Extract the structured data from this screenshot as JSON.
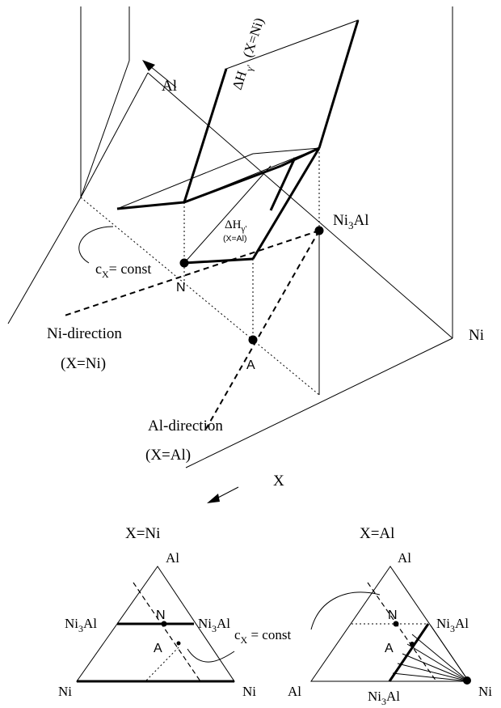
{
  "top": {
    "label_al": "Al",
    "label_dh_ni": "ΔH",
    "label_dh_ni_sub": "γ'",
    "label_dh_ni_paren": "(X=Ni)",
    "label_ni3al": "Ni",
    "label_ni3al_sub": "3",
    "label_ni3al_tail": "Al",
    "label_dh_al": "ΔH",
    "label_dh_al_sub": "γ'",
    "label_dh_al_paren": "(X=Al)",
    "label_cx_main": "c",
    "label_cx_sub": "X",
    "label_cx_tail": "= const",
    "label_N": "N",
    "label_A": "A",
    "label_ni_direction": "Ni-direction",
    "label_x_eq_ni": "(X=Ni)",
    "label_al_direction": "Al-direction",
    "label_x_eq_al": "(X=Al)",
    "label_ni_corner": "Ni",
    "label_x_axis": "X"
  },
  "left_triangle": {
    "title": "X=Ni",
    "top": "Al",
    "left_mid": "Ni",
    "left_mid_sub": "3",
    "left_mid_tail": "Al",
    "right_mid": "Ni",
    "right_mid_sub": "3",
    "right_mid_tail": "Al",
    "N": "N",
    "A": "A",
    "bottom_left": "Ni",
    "bottom_right": "Ni"
  },
  "cx_label": {
    "main": "c",
    "sub": "X",
    "tail": " = const"
  },
  "right_triangle": {
    "title": "X=Al",
    "top": "Al",
    "right_mid": "Ni",
    "right_mid_sub": "3",
    "right_mid_tail": "Al",
    "N": "N",
    "A": "A",
    "bottom_left": "Al",
    "bottom_mid": "Ni",
    "bottom_mid_sub": "3",
    "bottom_mid_tail": "Al",
    "bottom_right": "Ni"
  }
}
